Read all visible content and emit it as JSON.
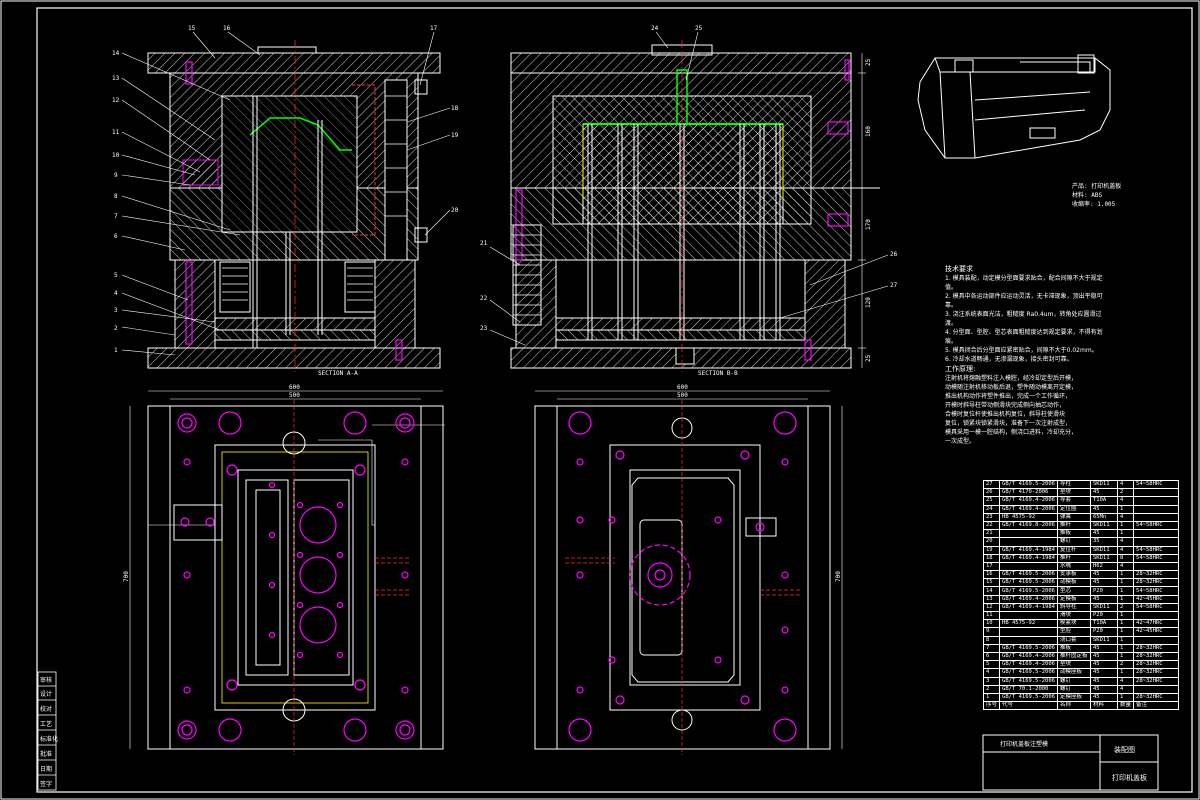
{
  "colors": {
    "background": "#000000",
    "line": "#ffffff",
    "hatch": "#ffffff",
    "magenta": "#ff00ff",
    "green": "#00ff00",
    "yellow": "#ffff00",
    "red": "#ff3030",
    "cyan": "#00ffff"
  },
  "sections": {
    "a_label": "SECTION A-A",
    "b_label": "SECTION B-B"
  },
  "dimensions": {
    "plan_width_outer": "600",
    "plan_width_inner": "500",
    "plan_height": "700",
    "section_top": "25",
    "section_mid": "160",
    "section_lower": "170",
    "section_base": "120",
    "section_bottom": "25"
  },
  "leaders_a": [
    "1",
    "2",
    "3",
    "4",
    "5",
    "6",
    "7",
    "8",
    "9",
    "10",
    "11",
    "12",
    "13",
    "14",
    "15",
    "16",
    "17",
    "18",
    "19",
    "20"
  ],
  "leaders_b": [
    "21",
    "22",
    "23",
    "24",
    "25",
    "26",
    "27"
  ],
  "product": {
    "line1": "产品: 打印机盖板",
    "line2": "材料: ABS",
    "line3": "收缩率: 1.005"
  },
  "tech_req": {
    "title": "技术要求",
    "lines": [
      "1. 模具装配，动定模分型面要求贴合，配合间隙不大于规定值。",
      "2. 模具中各运动部件应运动灵活，无卡滞现象，顶出平稳可靠。",
      "3. 浇注系统表面光洁，粗糙度 Ra0.4um，转角处应圆滑过渡。",
      "4. 分型面、型腔、型芯表面粗糙度达到规定要求，不得有划痕。",
      "5. 模具闭合后分型面应紧密贴合，间隙不大于0.02mm。",
      "6. 冷却水道畅通，无渗漏现象，接头密封可靠。"
    ]
  },
  "work_principle": {
    "title": "工作原理:",
    "lines": [
      "注射机将熔融塑料注入模腔，经冷却定型后开模，",
      "动模随注射机移动板后退，塑件随动模离开定模，",
      "推出机构动作将塑件推出，完成一个工作循环，",
      "开模时斜导柱带动侧滑块完成侧向抽芯动作，",
      "合模时复位杆使推出机构复位，斜导柱使滑块",
      "复位，锁紧块锁紧滑块，准备下一次注射成型，",
      "模具采用一模一腔结构，侧浇口进料，冷却充分，",
      "一次成型。"
    ]
  },
  "bom": [
    [
      "27",
      "GB/T 4169.5-2006",
      "导柱",
      "SKD11",
      "4",
      "54~58HRC"
    ],
    [
      "26",
      "GB/T 4170-2006",
      "垫块",
      "45",
      "2",
      ""
    ],
    [
      "25",
      "GB/T 4169.4-2006",
      "导套",
      "T10A",
      "4",
      ""
    ],
    [
      "24",
      "GB/T 4169.4-2006",
      "定位圈",
      "45",
      "1",
      ""
    ],
    [
      "23",
      "HB 4575-92",
      "弹簧",
      "65Mn",
      "4",
      ""
    ],
    [
      "22",
      "GB/T 4169.8-2006",
      "推杆",
      "SKD11",
      "1",
      "54~58HRC"
    ],
    [
      "21",
      "",
      "推板",
      "45",
      "1",
      ""
    ],
    [
      "20",
      "",
      "螺钉",
      "35",
      "4",
      ""
    ],
    [
      "19",
      "GB/T 4169.4-1984",
      "复位杆",
      "SKD11",
      "4",
      "54~58HRC"
    ],
    [
      "18",
      "GB/T 4169.4-1984",
      "推杆",
      "SKD11",
      "8",
      "54~58HRC"
    ],
    [
      "17",
      "",
      "水嘴",
      "H62",
      "4",
      ""
    ],
    [
      "16",
      "GB/T 4169.5-2006",
      "支承板",
      "45",
      "1",
      "28~32HRC"
    ],
    [
      "15",
      "GB/T 4169.5-2006",
      "动模板",
      "45",
      "1",
      "28~32HRC"
    ],
    [
      "14",
      "GB/T 4169.5-2006",
      "型芯",
      "P20",
      "1",
      "54~58HRC"
    ],
    [
      "13",
      "GB/T 4169.4-2006",
      "定模板",
      "45",
      "1",
      "42~45HRC"
    ],
    [
      "12",
      "GB/T 4169.4-1984",
      "斜导柱",
      "SKD11",
      "2",
      "54~58HRC"
    ],
    [
      "11",
      "",
      "滑块",
      "P20",
      "1",
      ""
    ],
    [
      "10",
      "HB 4575-92",
      "楔紧块",
      "T10A",
      "1",
      "42~47HRC"
    ],
    [
      "9",
      "",
      "型腔",
      "P20",
      "1",
      "42~45HRC"
    ],
    [
      "8",
      "",
      "浇口套",
      "SKD11",
      "1",
      ""
    ],
    [
      "7",
      "GB/T 4169.5-2006",
      "推板",
      "45",
      "1",
      "28~32HRC"
    ],
    [
      "6",
      "GB/T 4169.4-2006",
      "推杆固定板",
      "45",
      "1",
      "28~32HRC"
    ],
    [
      "5",
      "GB/T 4169.4-2006",
      "垫块",
      "45",
      "2",
      "28~32HRC"
    ],
    [
      "4",
      "GB/T 4169.5-2006",
      "动模座板",
      "45",
      "1",
      "28~32HRC"
    ],
    [
      "3",
      "GB/T 4169.5-2006",
      "螺钉",
      "45",
      "4",
      "28~32HRC"
    ],
    [
      "2",
      "GB/T 70.1-2000",
      "螺钉",
      "45",
      "4",
      ""
    ],
    [
      "1",
      "GB/T 4169.5-2006",
      "定模座板",
      "45",
      "1",
      "28~32HRC"
    ]
  ],
  "bom_header": [
    "序号",
    "代号",
    "名称",
    "材料",
    "数量",
    "备注"
  ],
  "title_block": {
    "drawing_name": "装配图",
    "part_name": "打印机盖板",
    "mid_label": "打印机盖板注塑模"
  },
  "side_block": [
    "审核",
    "设计",
    "校对",
    "工艺",
    "标准化",
    "批准",
    "日期",
    "签字"
  ]
}
